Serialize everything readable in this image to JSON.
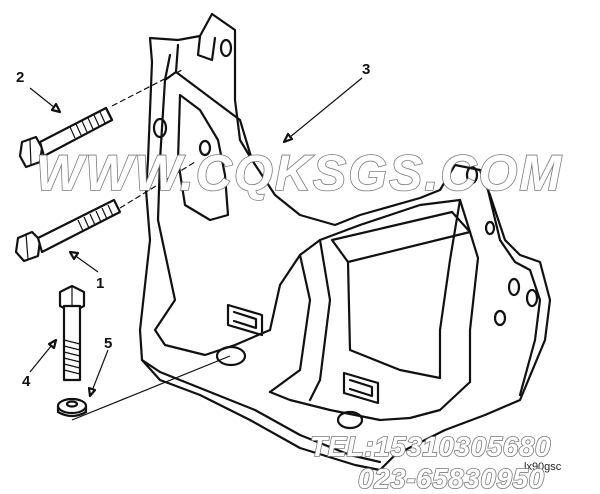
{
  "callouts": {
    "c1": "1",
    "c2": "2",
    "c3": "3",
    "c4": "4",
    "c5": "5"
  },
  "watermark": {
    "site": "WWW.CQKSGS.COM",
    "tel": "TEL:15310305680",
    "phone": "023-65830950"
  },
  "figure_code": "lx90gsc",
  "colors": {
    "ink": "#111111",
    "watermark_outline": "#7a7a7a",
    "background": "#ffffff"
  }
}
